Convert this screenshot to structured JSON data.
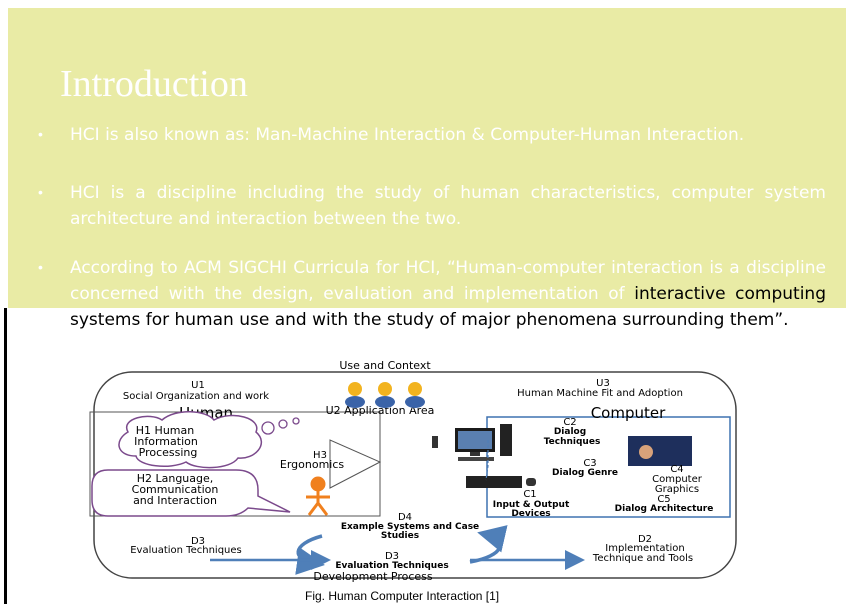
{
  "slide": {
    "title": "Introduction",
    "bullets": [
      {
        "text": "HCI is also known as: Man-Machine Interaction & Computer-Human Interaction."
      },
      {
        "text": "HCI is a discipline including the study of human characteristics, computer system architecture and interaction between the two."
      },
      {
        "text_a": "According to ACM SIGCHI Curricula for HCI, “Human-computer interaction is a discipline concerned with the design, evaluation and implementation of",
        "text_b": "interactive computing systems for human use and with the study of major phenomena surrounding them”."
      }
    ],
    "bullet_symbol": "•"
  },
  "diagram": {
    "use_and_context": "Use and Context",
    "u1_code": "U1",
    "u1_label": "Social Organization and work",
    "u2_label": "U2 Application Area",
    "u3_code": "U3",
    "u3_label": "Human Machine Fit and Adoption",
    "human": "Human",
    "computer": "Computer",
    "h1_l1": "H1 Human",
    "h1_l2": "Information",
    "h1_l3": "Processing",
    "h2_l1": "H2 Language,",
    "h2_l2": "Communication",
    "h2_l3": "and Interaction",
    "h3_code": "H3",
    "h3_label": "Ergonomics",
    "c1_code": "C1",
    "c1_l1": "Input & Output",
    "c1_l2": "Devices",
    "c2_code": "C2",
    "c2_l1": "Dialog",
    "c2_l2": "Techniques",
    "c3_code": "C3",
    "c3_label": "Dialog Genre",
    "c4_code": "C4",
    "c4_l1": "Computer",
    "c4_l2": "Graphics",
    "c5_code": "C5",
    "c5_label": "Dialog Architecture",
    "d4_code": "D4",
    "d4_l1": "Example Systems and Case",
    "d4_l2": "Studies",
    "d3_code": "D3",
    "d3_label": "Evaluation Techniques",
    "d3b_code": "D3",
    "d3b_label": "Evaluation Techniques",
    "d2_code": "D2",
    "d2_l1": "Implementation",
    "d2_l2": "Technique and Tools",
    "dev_process": "Development Process",
    "colors": {
      "human_bubbles": "#7b4a8c",
      "computer_boxes": "#3f72b0",
      "arrows": "#4f7fb8",
      "person": "#f0801e"
    }
  },
  "caption": "Fig.  Human Computer Interaction [1]"
}
